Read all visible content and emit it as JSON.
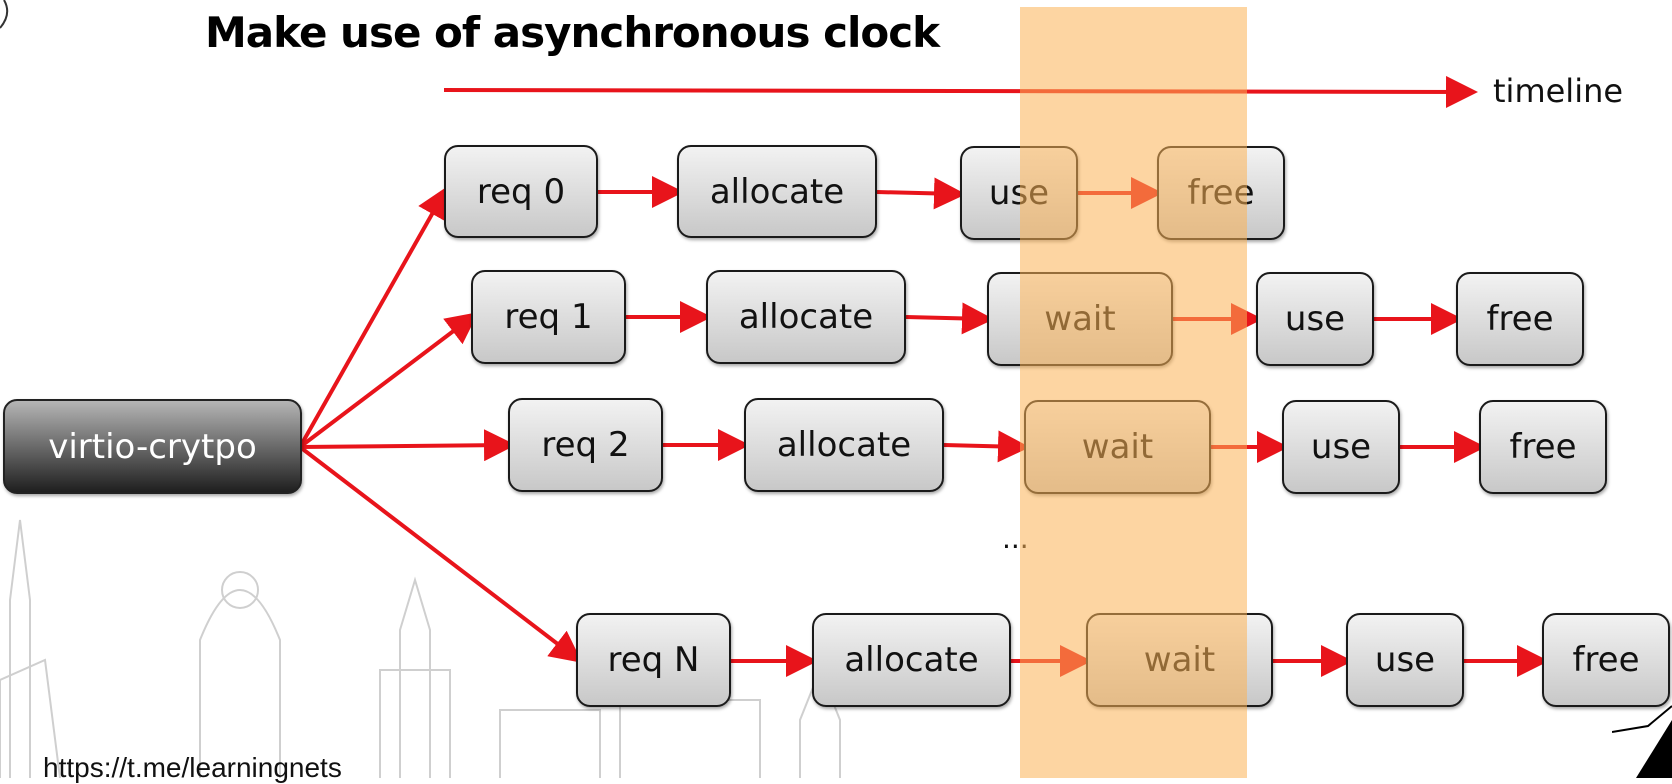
{
  "title": "Make use of asynchronous clock",
  "timeline_label": "timeline",
  "root": "virtio-crytpo",
  "ellipsis": "...",
  "watermark_url": "https://t.me/learningnets",
  "colors": {
    "arrow": "#e8141b",
    "highlight": "#fbb255"
  },
  "rows": [
    {
      "req": "req 0",
      "steps": [
        "allocate",
        "use",
        "free"
      ]
    },
    {
      "req": "req 1",
      "steps": [
        "allocate",
        "wait",
        "use",
        "free"
      ]
    },
    {
      "req": "req 2",
      "steps": [
        "allocate",
        "wait",
        "use",
        "free"
      ]
    },
    {
      "req": "req N",
      "steps": [
        "allocate",
        "wait",
        "use",
        "free"
      ]
    }
  ]
}
